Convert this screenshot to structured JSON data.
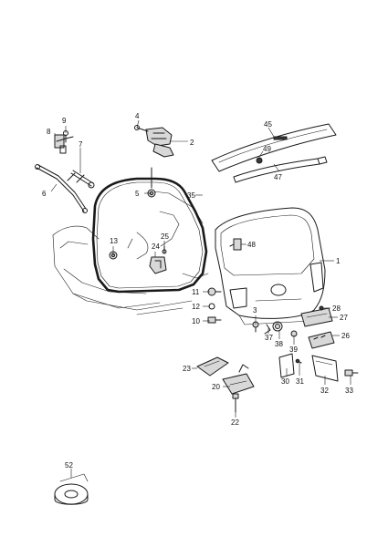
{
  "diagram": {
    "callouts": [
      {
        "id": "c1",
        "label": "1"
      },
      {
        "id": "c2",
        "label": "2"
      },
      {
        "id": "c3",
        "label": "3"
      },
      {
        "id": "c4",
        "label": "4"
      },
      {
        "id": "c5",
        "label": "5"
      },
      {
        "id": "c6",
        "label": "6"
      },
      {
        "id": "c7",
        "label": "7"
      },
      {
        "id": "c8",
        "label": "8"
      },
      {
        "id": "c9",
        "label": "9"
      },
      {
        "id": "c10",
        "label": "10"
      },
      {
        "id": "c11",
        "label": "11"
      },
      {
        "id": "c12",
        "label": "12"
      },
      {
        "id": "c13",
        "label": "13"
      },
      {
        "id": "c20",
        "label": "20"
      },
      {
        "id": "c22",
        "label": "22"
      },
      {
        "id": "c23",
        "label": "23"
      },
      {
        "id": "c24",
        "label": "24"
      },
      {
        "id": "c25",
        "label": "25"
      },
      {
        "id": "c26",
        "label": "26"
      },
      {
        "id": "c27",
        "label": "27"
      },
      {
        "id": "c28",
        "label": "28"
      },
      {
        "id": "c30",
        "label": "30"
      },
      {
        "id": "c31",
        "label": "31"
      },
      {
        "id": "c32",
        "label": "32"
      },
      {
        "id": "c33",
        "label": "33"
      },
      {
        "id": "c35",
        "label": "35"
      },
      {
        "id": "c37",
        "label": "37"
      },
      {
        "id": "c38",
        "label": "38"
      },
      {
        "id": "c39",
        "label": "39"
      },
      {
        "id": "c45",
        "label": "45"
      },
      {
        "id": "c47",
        "label": "47"
      },
      {
        "id": "c48",
        "label": "48"
      },
      {
        "id": "c49",
        "label": "49"
      },
      {
        "id": "c52",
        "label": "52"
      }
    ]
  }
}
